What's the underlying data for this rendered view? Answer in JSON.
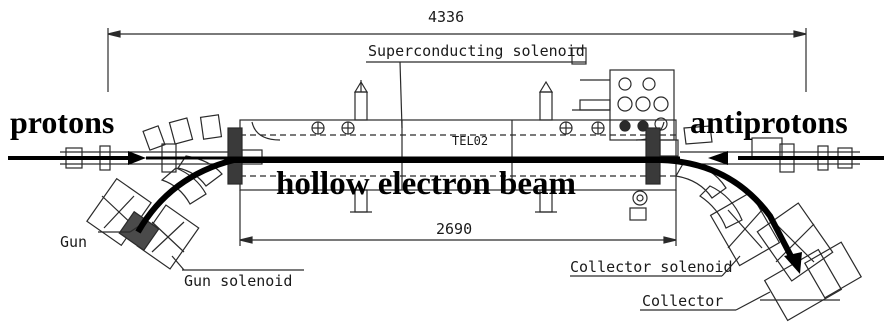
{
  "dimensions": {
    "overall": "4336",
    "solenoid_length": "2690"
  },
  "labels": {
    "superconducting_solenoid": "Superconducting solenoid",
    "tel_id": "TEL02",
    "protons": "protons",
    "antiprotons": "antiprotons",
    "hollow_electron_beam": "hollow electron beam",
    "gun": "Gun",
    "gun_solenoid": "Gun solenoid",
    "collector_solenoid": "Collector solenoid",
    "collector": "Collector"
  },
  "colors": {
    "line": "#2a2a2a",
    "beam": "#000000"
  }
}
